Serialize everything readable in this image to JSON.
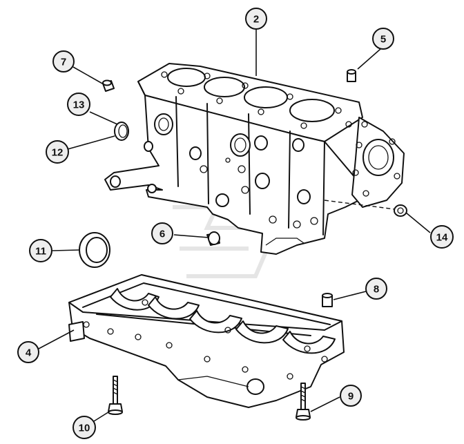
{
  "callouts": [
    {
      "id": "2",
      "label": "2"
    },
    {
      "id": "5",
      "label": "5"
    },
    {
      "id": "7",
      "label": "7"
    },
    {
      "id": "13",
      "label": "13"
    },
    {
      "id": "12",
      "label": "12"
    },
    {
      "id": "14",
      "label": "14"
    },
    {
      "id": "6",
      "label": "6"
    },
    {
      "id": "11",
      "label": "11"
    },
    {
      "id": "8",
      "label": "8"
    },
    {
      "id": "4",
      "label": "4"
    },
    {
      "id": "9",
      "label": "9"
    },
    {
      "id": "10",
      "label": "10"
    }
  ]
}
